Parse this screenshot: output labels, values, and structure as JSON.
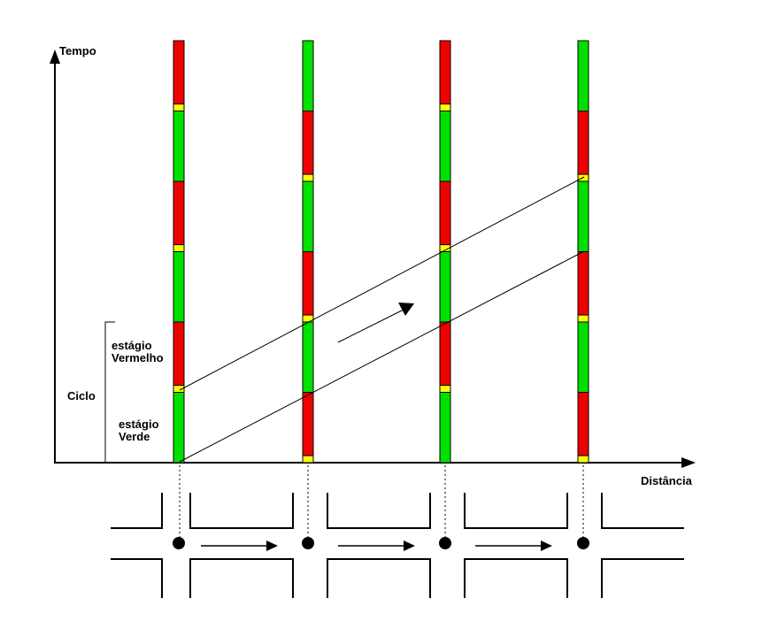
{
  "labels": {
    "y_axis": "Tempo",
    "x_axis": "Distância",
    "cycle": "Ciclo",
    "red_stage_line1": "estágio",
    "red_stage_line2": "Vermelho",
    "green_stage_line1": "estágio",
    "green_stage_line2": "Verde"
  },
  "signal_colors": {
    "green": "#00e000",
    "red": "#ee0000",
    "yellow": "#ffff00",
    "line": "#000000"
  },
  "timeline": {
    "time_span": [
      0,
      12
    ],
    "signals": [
      {
        "name": "signal-1",
        "phases": [
          [
            "green",
            0,
            2
          ],
          [
            "yellow",
            2,
            2.2
          ],
          [
            "red",
            2.2,
            4
          ],
          [
            "green",
            4,
            6
          ],
          [
            "yellow",
            6,
            6.2
          ],
          [
            "red",
            6.2,
            8
          ],
          [
            "green",
            8,
            10
          ],
          [
            "yellow",
            10,
            10.2
          ],
          [
            "red",
            10.2,
            12
          ]
        ]
      },
      {
        "name": "signal-2",
        "phases": [
          [
            "yellow",
            0,
            0.2
          ],
          [
            "red",
            0.2,
            2
          ],
          [
            "green",
            2,
            4
          ],
          [
            "yellow",
            4,
            4.2
          ],
          [
            "red",
            4.2,
            6
          ],
          [
            "green",
            6,
            8
          ],
          [
            "yellow",
            8,
            8.2
          ],
          [
            "red",
            8.2,
            10
          ],
          [
            "green",
            10,
            12
          ]
        ]
      },
      {
        "name": "signal-3",
        "phases": [
          [
            "green",
            0,
            2
          ],
          [
            "yellow",
            2,
            2.2
          ],
          [
            "red",
            2.2,
            4
          ],
          [
            "green",
            4,
            6
          ],
          [
            "yellow",
            6,
            6.2
          ],
          [
            "red",
            6.2,
            8
          ],
          [
            "green",
            8,
            10
          ],
          [
            "yellow",
            10,
            10.2
          ],
          [
            "red",
            10.2,
            12
          ]
        ]
      },
      {
        "name": "signal-4",
        "phases": [
          [
            "yellow",
            0,
            0.2
          ],
          [
            "red",
            0.2,
            2
          ],
          [
            "green",
            2,
            4
          ],
          [
            "yellow",
            4,
            4.2
          ],
          [
            "red",
            4.2,
            6
          ],
          [
            "green",
            6,
            8
          ],
          [
            "yellow",
            8,
            8.2
          ],
          [
            "red",
            8.2,
            10
          ],
          [
            "green",
            10,
            12
          ]
        ]
      }
    ]
  },
  "icons": {
    "band_arrow": "arrow-icon",
    "street_arrows": "arrow-icon",
    "intersection_markers": "dot-icon"
  }
}
